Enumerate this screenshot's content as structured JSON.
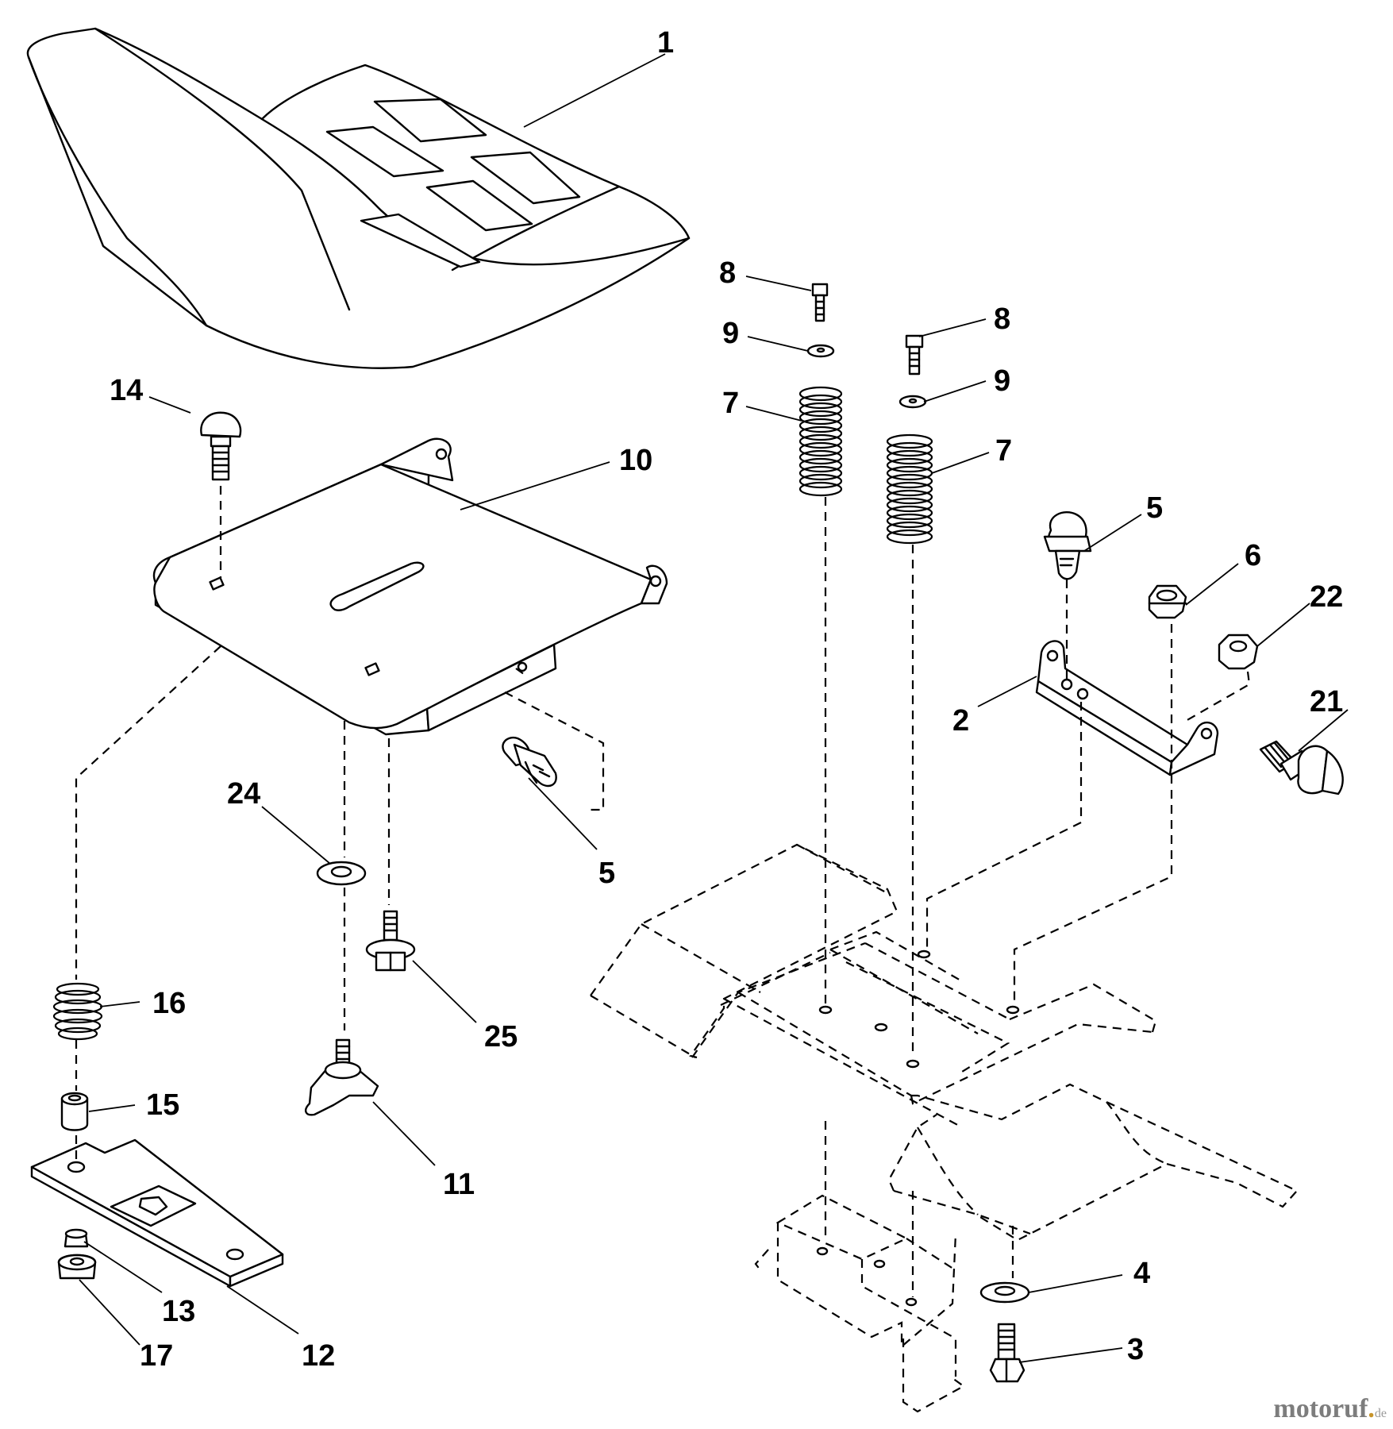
{
  "callouts": {
    "c1": "1",
    "c2": "2",
    "c3": "3",
    "c4": "4",
    "c5a": "5",
    "c5b": "5",
    "c6": "6",
    "c7a": "7",
    "c7b": "7",
    "c8a": "8",
    "c8b": "8",
    "c9a": "9",
    "c9b": "9",
    "c10": "10",
    "c11": "11",
    "c12": "12",
    "c13": "13",
    "c14": "14",
    "c15": "15",
    "c16": "16",
    "c17": "17",
    "c21": "21",
    "c22": "22",
    "c24": "24",
    "c25": "25"
  },
  "watermark": {
    "brand": "motoruf",
    "dot": ".",
    "tld": "de"
  }
}
